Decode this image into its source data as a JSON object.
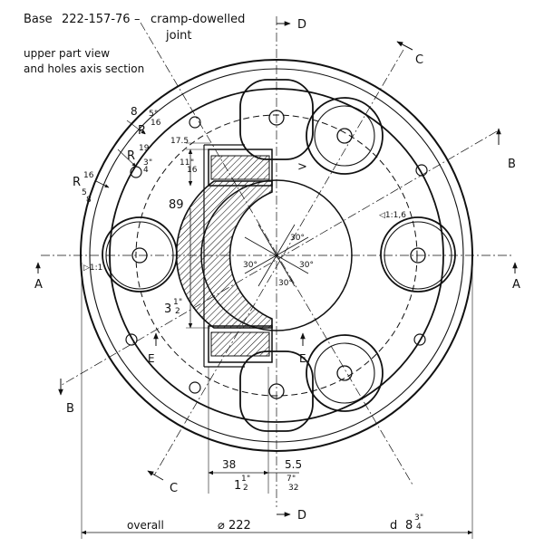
{
  "title": {
    "base_label": "Base",
    "code": "222-157-76",
    "dash": "–",
    "name_line1": "cramp-dowelled",
    "name_line2": "joint",
    "view_line1": "upper part view",
    "view_line2": "and holes axis section"
  },
  "section_letters": {
    "d_top": "D",
    "d_bottom": "D",
    "c_top": "C",
    "c_bottom": "C",
    "b_right": "B",
    "b_left": "B",
    "a_left": "A",
    "a_right": "A",
    "e_left": "E",
    "e_right": "E"
  },
  "radius_labels": {
    "r1_radius": "8",
    "r1_prefix": "R",
    "r1_num": "5",
    "r1_sup": "\"",
    "r1_den": "16",
    "r2_prefix": "R",
    "r2_radius": "19",
    "r2_num": "3",
    "r2_sup": "\"",
    "r2_den": "4",
    "r3_prefix": "R",
    "r3_radius": "16",
    "r3_num": "5",
    "r3_den": "8"
  },
  "dimensions": {
    "d17_5": "17.5",
    "d11_16_num": "11",
    "d11_16_sup": "\"",
    "d11_16_den": "16",
    "d89": "89",
    "d3_whole": "3",
    "d3_num": "1",
    "d3_sup": "\"",
    "d3_den": "2",
    "d38": "38",
    "d1_whole": "1",
    "d1_num": "1",
    "d1_sup": "\"",
    "d1_den": "2",
    "d5_5": "5.5",
    "d7_num": "7",
    "d7_sup": "\"",
    "d7_den": "32",
    "overall": "overall",
    "diameter": "⌀ 222",
    "d_label": "d",
    "d8_whole": "8",
    "d8_num": "3",
    "d8_sup": "\"",
    "d8_den": "4"
  },
  "angles": {
    "top": "30°",
    "left": "30°",
    "right": "30°",
    "bottom": "30°"
  },
  "tapers": {
    "right": "◁1:1,6",
    "left": "▷1:1"
  },
  "arrow_mark": ">"
}
